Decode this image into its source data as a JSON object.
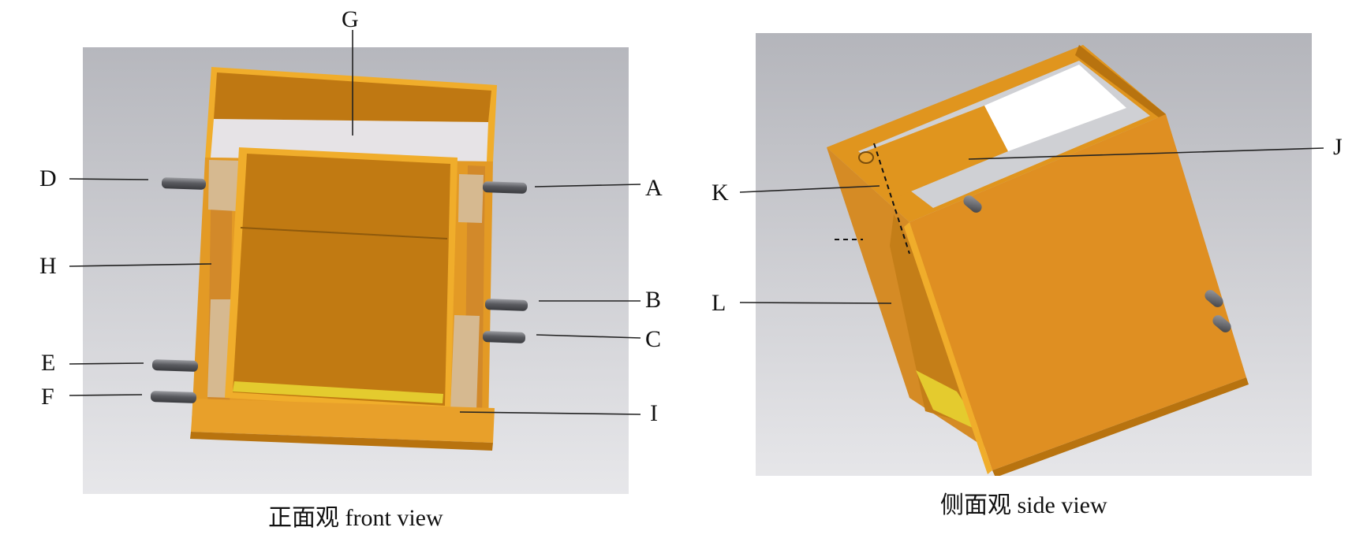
{
  "front_view": {
    "caption": "正面观 front view"
  },
  "side_view": {
    "caption": "侧面观 side view"
  },
  "labels": {
    "A": "A",
    "B": "B",
    "C": "C",
    "D": "D",
    "E": "E",
    "F": "F",
    "G": "G",
    "H": "H",
    "I": "I",
    "J": "J",
    "K": "K",
    "L": "L"
  },
  "colors": {
    "background_top": "#b6b7bd",
    "background_bottom": "#e6e6e9",
    "box_orange": "#d98b22",
    "box_dark_orange": "#b8730f",
    "rim_yellow": "#f0ad2b",
    "cream": "#d6b990",
    "bright_yellow": "#e4cb2e",
    "rod_gray": "#5f6066"
  }
}
